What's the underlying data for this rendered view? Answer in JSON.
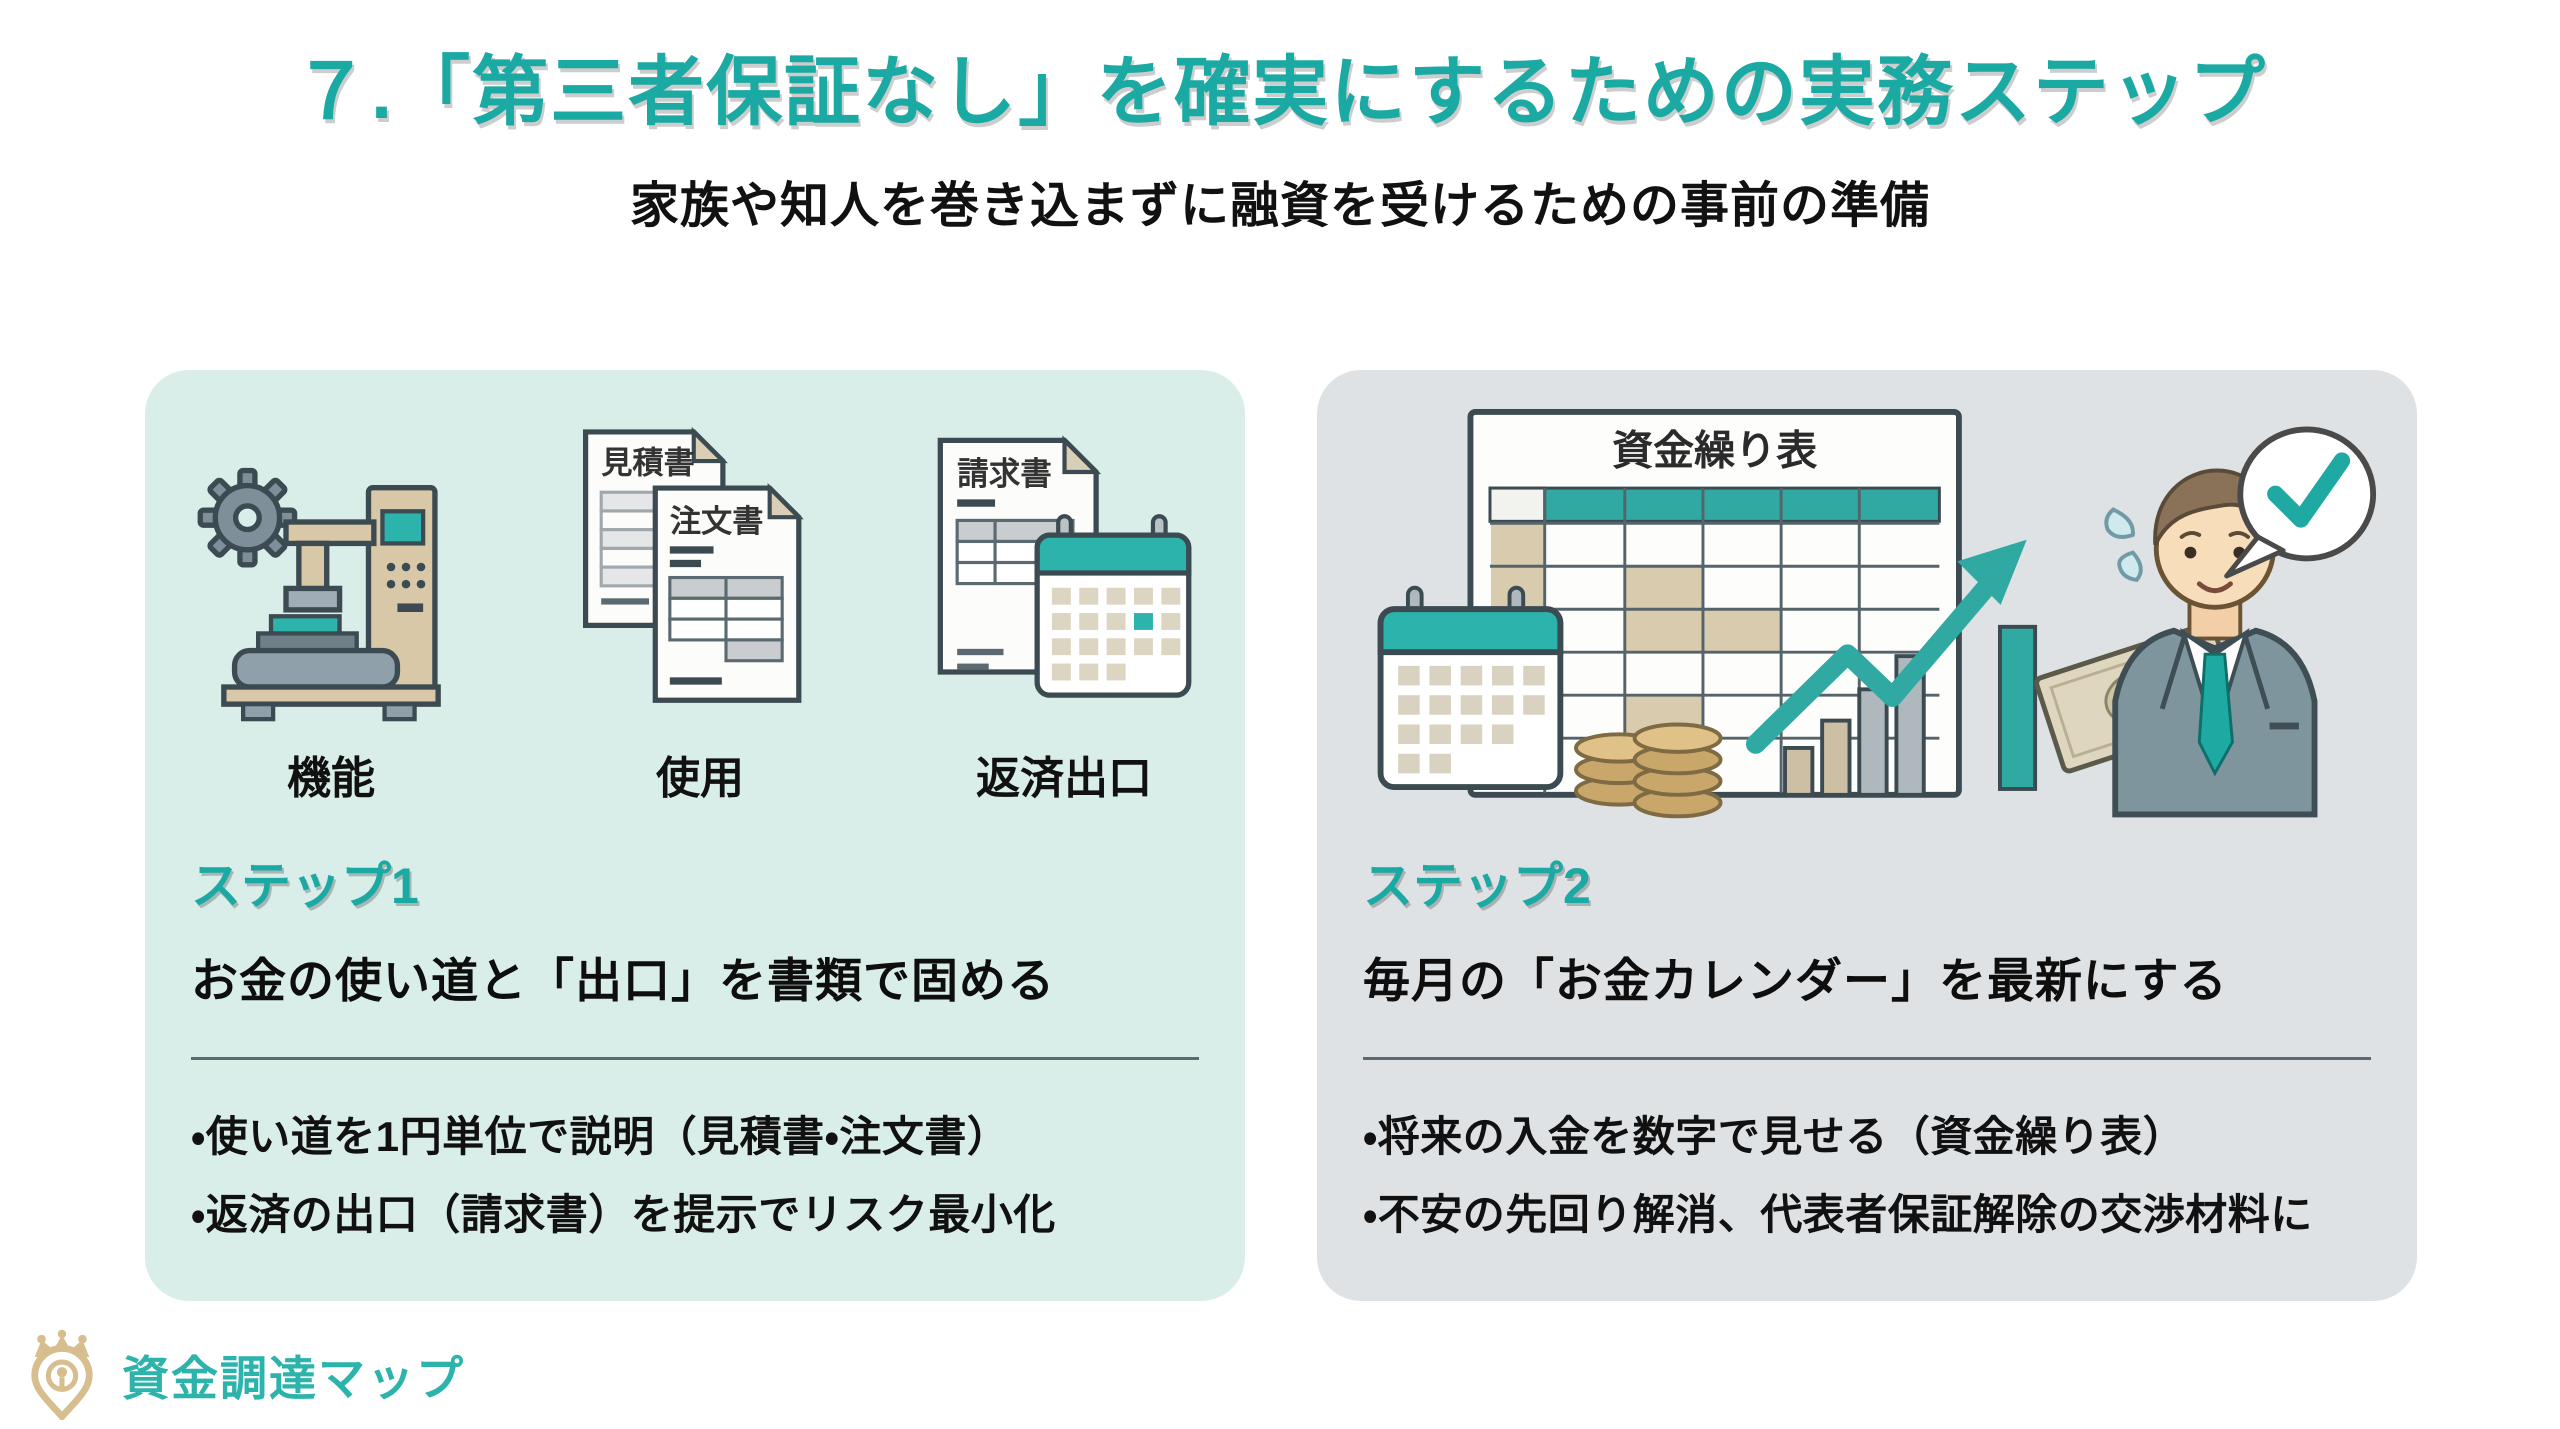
{
  "header": {
    "title": "７.「第三者保証なし」を確実にするための実務ステップ",
    "subtitle": "家族や知人を巻き込まずに融資を受けるための事前の準備"
  },
  "colors": {
    "accent_teal": "#1BA9A3",
    "illustration_teal": "#2BB3AC",
    "card_left_bg": "#D9EDE9",
    "card_right_bg": "#DFE2E4",
    "coin_gold": "#C9A76B",
    "logo_gold": "#D6BE8E",
    "text_dark": "#111111"
  },
  "step1": {
    "icon_groups": [
      {
        "icon": "machine-icon",
        "label": "機能"
      },
      {
        "icon": "documents-icon",
        "label": "使用"
      },
      {
        "icon": "invoice-calendar-icon",
        "label": "返済出口"
      }
    ],
    "doc_titles": {
      "estimate": "見積書",
      "order": "注文書",
      "invoice": "請求書"
    },
    "step_label": "ステップ1",
    "heading": "お金の使い道と「出口」を書類で固める",
    "bullets": [
      "・使い道を1円単位で説明（見積書・注文書）",
      "・返済の出口（請求書）を提示でリスク最小化"
    ]
  },
  "step2": {
    "spreadsheet_title": "資金繰り表",
    "step_label": "ステップ2",
    "heading": "毎月の「お金カレンダー」を最新にする",
    "bullets": [
      "・将来の入金を数字で見せる（資金繰り表）",
      "・不安の先回り解消、代表者保証解除の交渉材料に"
    ]
  },
  "footer": {
    "brand": "資金調達マップ"
  }
}
